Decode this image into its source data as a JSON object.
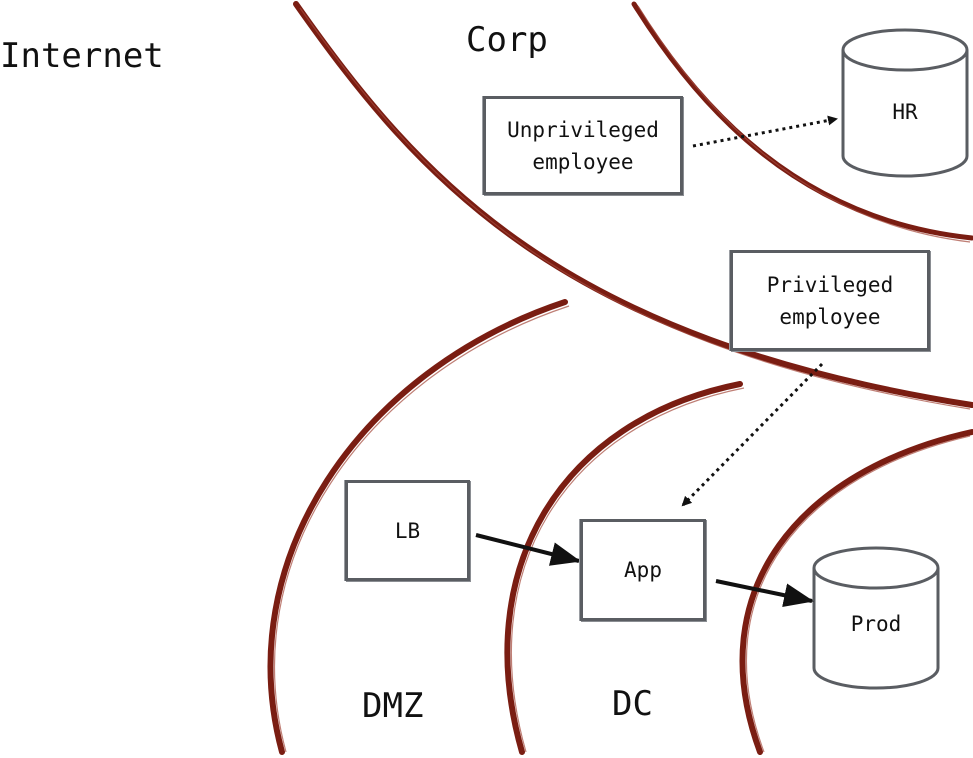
{
  "zones": {
    "internet": "Internet",
    "corp": "Corp",
    "dmz": "DMZ",
    "dc": "DC"
  },
  "nodes": {
    "unprivileged": {
      "line1": "Unprivileged",
      "line2": "employee"
    },
    "privileged": {
      "line1": "Privileged",
      "line2": "employee"
    },
    "lb": "LB",
    "app": "App"
  },
  "databases": {
    "hr": "HR",
    "prod": "Prod"
  },
  "colors": {
    "boundary": "#7a1d12",
    "box_border": "#5a5d62",
    "arrow": "#111111"
  }
}
